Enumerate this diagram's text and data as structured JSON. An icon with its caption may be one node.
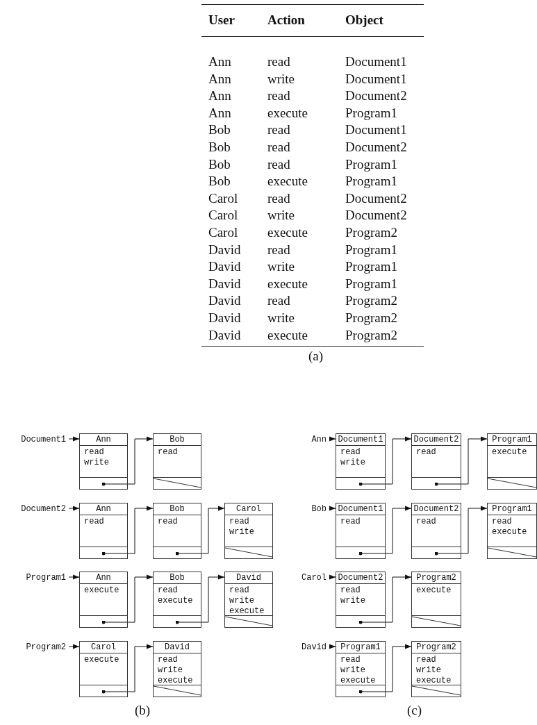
{
  "diagram": {
    "nodes": [
      {
        "text": [
          "Document1"
        ]
      },
      {
        "text": [
          "Ann",
          "read write"
        ]
      },
      {
        "text": [
          "Bob",
          "read"
        ]
      },
      {
        "text": [
          "Document2"
        ]
      },
      {
        "text": [
          "Ann",
          "read"
        ]
      },
      {
        "text": [
          "Bob",
          "read"
        ]
      },
      {
        "text": [
          "Carol",
          "read write"
        ]
      },
      {
        "text": [
          "Program1"
        ]
      },
      {
        "text": [
          "Ann",
          "execute"
        ]
      },
      {
        "text": [
          "Bob",
          "read execute"
        ]
      },
      {
        "text": [
          "David",
          "read write execute"
        ]
      },
      {
        "text": [
          "Program2"
        ]
      },
      {
        "text": [
          "Carol",
          "execute"
        ]
      },
      {
        "text": [
          "David",
          "read write execute"
        ]
      },
      {
        "text": [
          "Ann"
        ]
      },
      {
        "text": [
          "Document1",
          "read write"
        ]
      },
      {
        "text": [
          "Document2",
          "read"
        ]
      },
      {
        "text": [
          "Program1",
          "execute"
        ]
      },
      {
        "text": [
          "Bob"
        ]
      },
      {
        "text": [
          "Document1",
          "read"
        ]
      },
      {
        "text": [
          "Document2",
          "read"
        ]
      },
      {
        "text": [
          "Program1",
          "read execute"
        ]
      },
      {
        "text": [
          "Carol"
        ]
      },
      {
        "text": [
          "Document2",
          "read write"
        ]
      },
      {
        "text": [
          "Program2",
          "execute"
        ]
      },
      {
        "text": [
          "David"
        ]
      },
      {
        "text": [
          "Program1",
          "read write execute"
        ]
      },
      {
        "text": [
          "Program2",
          "read write execute"
        ]
      }
    ],
    "edges": [
      {
        "from": 0,
        "to": 1,
        "arrow": "to"
      },
      {
        "from": 1,
        "to": 2,
        "arrow": "to"
      },
      {
        "from": 3,
        "to": 4,
        "arrow": "to"
      },
      {
        "from": 4,
        "to": 5,
        "arrow": "to"
      },
      {
        "from": 5,
        "to": 6,
        "arrow": "to"
      },
      {
        "from": 7,
        "to": 8,
        "arrow": "to"
      },
      {
        "from": 8,
        "to": 9,
        "arrow": "to"
      },
      {
        "from": 9,
        "to": 10,
        "arrow": "to"
      },
      {
        "from": 11,
        "to": 12,
        "arrow": "to"
      },
      {
        "from": 12,
        "to": 13,
        "arrow": "to"
      },
      {
        "from": 14,
        "to": 15,
        "arrow": "to"
      },
      {
        "from": 15,
        "to": 16,
        "arrow": "to"
      },
      {
        "from": 16,
        "to": 17,
        "arrow": "to"
      },
      {
        "from": 18,
        "to": 19,
        "arrow": "to"
      },
      {
        "from": 19,
        "to": 20,
        "arrow": "to"
      },
      {
        "from": 20,
        "to": 21,
        "arrow": "to"
      },
      {
        "from": 22,
        "to": 23,
        "arrow": "to"
      },
      {
        "from": 23,
        "to": 24,
        "arrow": "to"
      },
      {
        "from": 25,
        "to": 26,
        "arrow": "to"
      },
      {
        "from": 26,
        "to": 27,
        "arrow": "to"
      }
    ],
    "labels": [
      "User",
      "Action",
      "Object",
      "Ann",
      "read",
      "Document1",
      "Ann",
      "write",
      "Document1",
      "Ann",
      "read",
      "Document2",
      "Ann",
      "execute",
      "Program1",
      "Bob",
      "read",
      "Document1",
      "Bob",
      "read",
      "Document2",
      "Bob",
      "read",
      "Program1",
      "Bob",
      "execute",
      "Program1",
      "Carol",
      "read",
      "Document2",
      "Carol",
      "write",
      "Document2",
      "Carol",
      "execute",
      "Program2",
      "David",
      "read",
      "Program1",
      "David",
      "write",
      "Program1",
      "David",
      "execute",
      "Program1",
      "David",
      "read",
      "Program2",
      "David",
      "write",
      "Program2",
      "David",
      "execute",
      "Program2",
      "(a)",
      "(b)",
      "(c)"
    ]
  }
}
